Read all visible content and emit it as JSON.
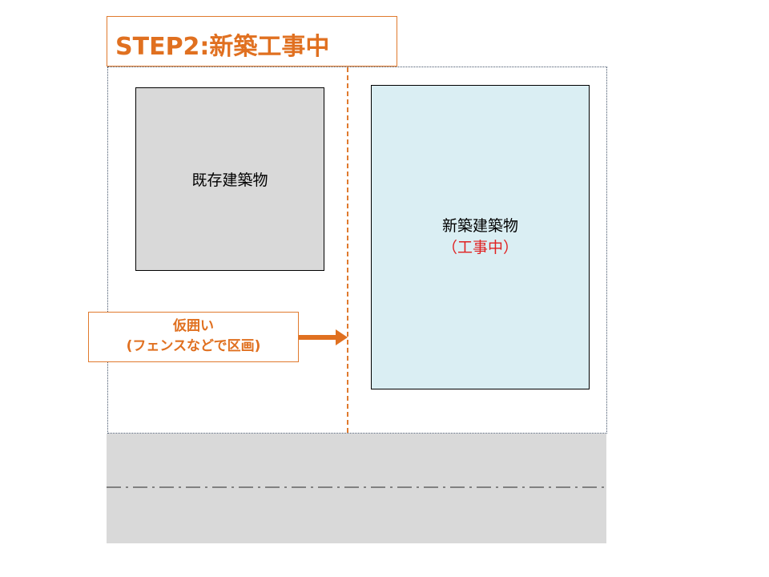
{
  "title": "STEP2:新築工事中",
  "existing_building": "既存建築物",
  "new_building": {
    "name": "新築建築物",
    "status": "（工事中）"
  },
  "fence_label": {
    "line1": "仮囲い",
    "line2": "(フェンスなどで区画)"
  },
  "colors": {
    "accent": "#E07020",
    "existing": "#D9D9D9",
    "new": "#DAEEF3",
    "road": "#D9D9D9",
    "status": "#E02020"
  }
}
